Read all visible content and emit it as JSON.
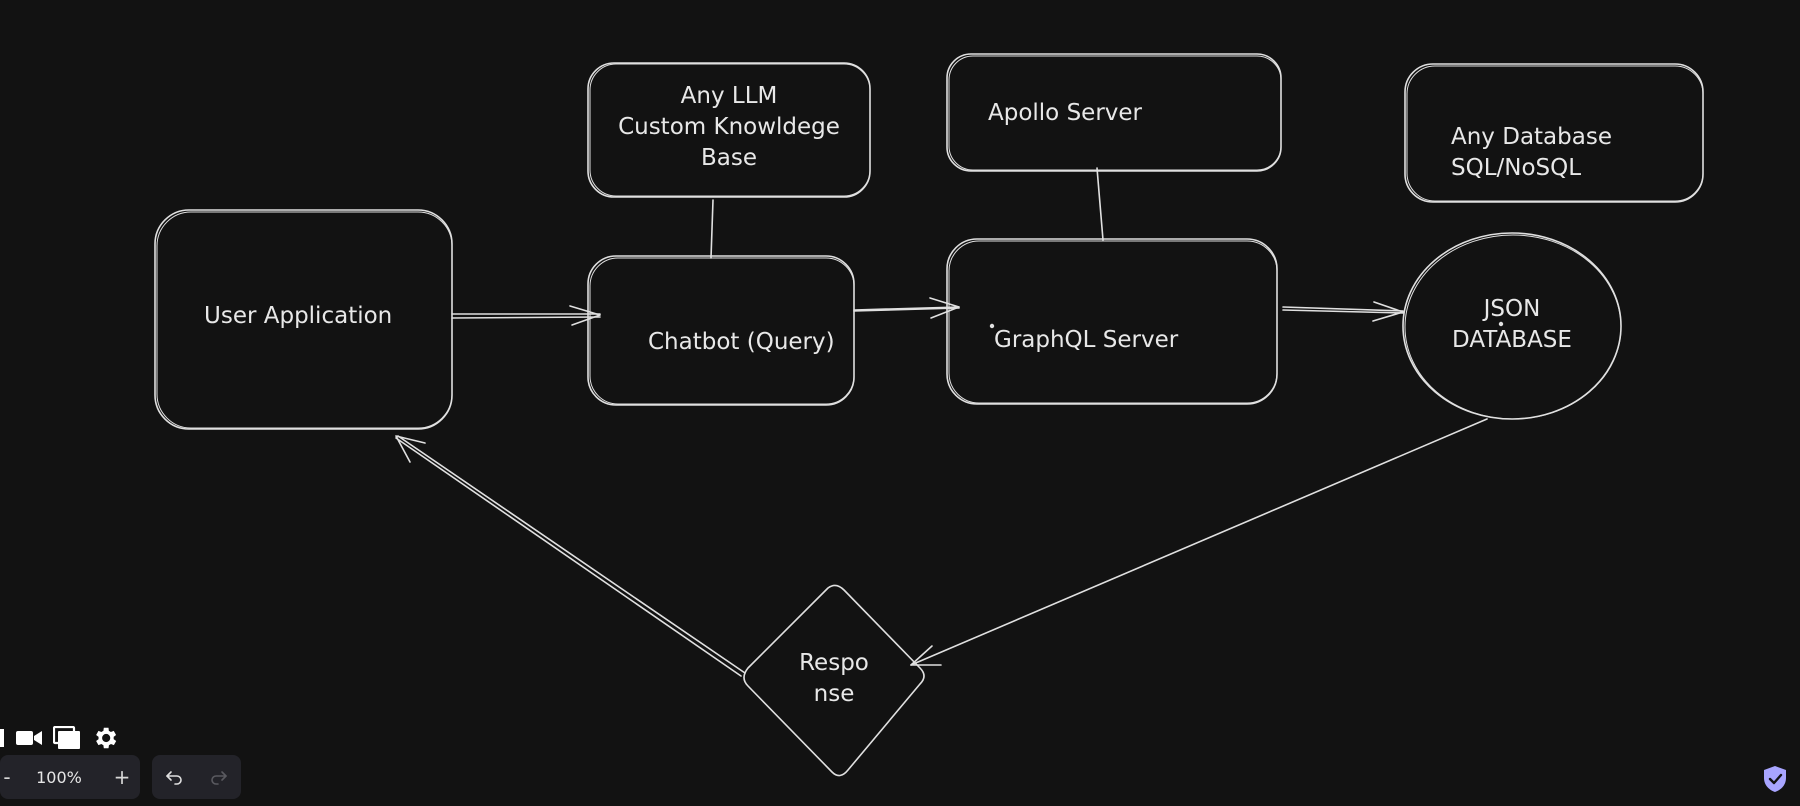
{
  "diagram": {
    "nodes": {
      "user_app": "User Application",
      "llm": [
        "Any LLM",
        "Custom Knowldege",
        "Base"
      ],
      "chatbot": "Chatbot (Query)",
      "apollo": "Apollo Server",
      "graphql": "GraphQL Server",
      "database": [
        "Any Database",
        "SQL/NoSQL"
      ],
      "json_db": [
        "JSON",
        "DATABASE"
      ],
      "response": [
        "Respo",
        "nse"
      ]
    }
  },
  "toolbar": {
    "icons": [
      "hand-icon",
      "video-camera-icon",
      "slides-icon",
      "settings-gear-icon"
    ],
    "zoom_out": "-",
    "zoom_level": "100%",
    "zoom_in": "+",
    "undo_icon": "undo-icon",
    "redo_icon": "redo-icon"
  },
  "colors": {
    "background": "#121212",
    "stroke": "#e0e0e0",
    "toolbar_bg": "#232329",
    "shield": "#a8a5ff"
  },
  "status": {
    "shield_icon": "shield-check-icon"
  }
}
